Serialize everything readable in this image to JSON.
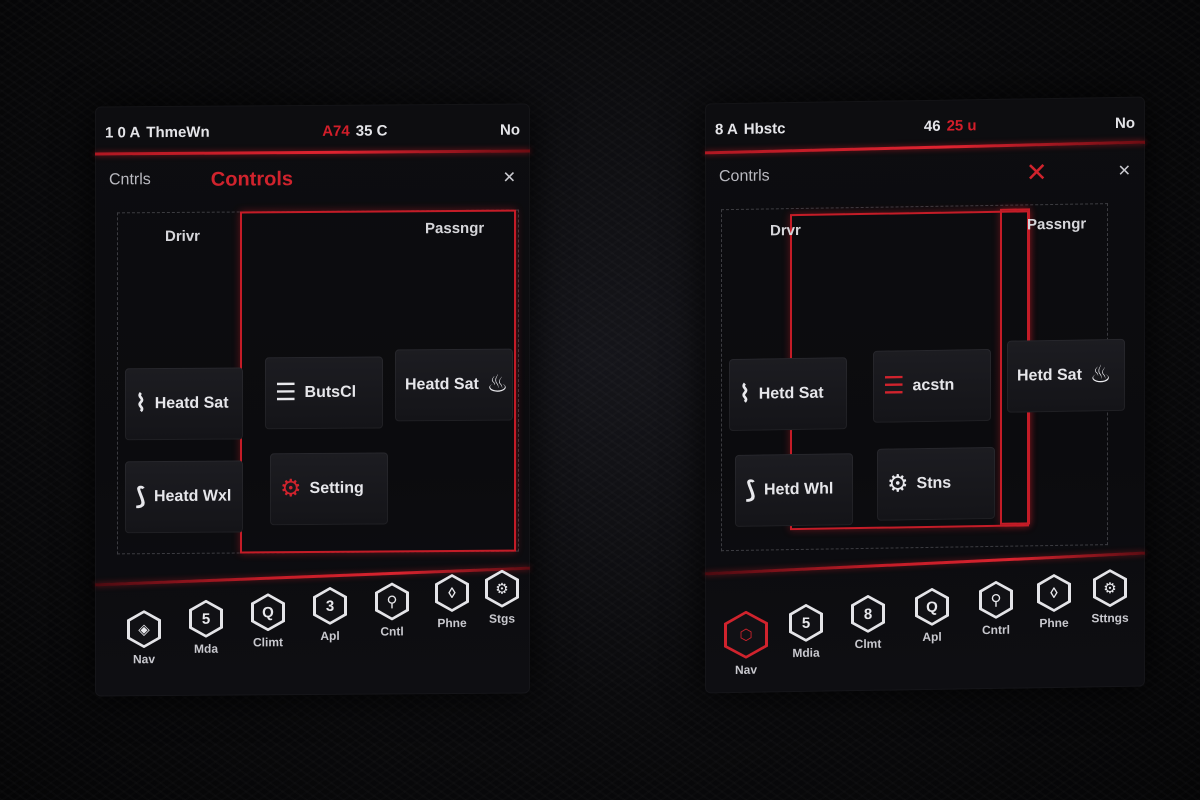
{
  "left_screen": {
    "status": {
      "left": "1 0 A",
      "left_text": "ThmeWn",
      "mid_num": "A74",
      "mid_text": "35 C",
      "right": "No"
    },
    "header": {
      "left": "Cntrls",
      "title": "Controls",
      "close": "✕"
    },
    "columns": [
      {
        "label": "Drivr"
      },
      {
        "label": "Passngr"
      }
    ],
    "tiles": [
      {
        "icon": "⌇",
        "label": "Heatd Sat",
        "name": "heated-seat-driver-tile"
      },
      {
        "icon": "☰",
        "label": "ButsCl",
        "name": "seat-cool-tile"
      },
      {
        "icon": "♨",
        "label": "Heatd Sat",
        "name": "heated-seat-passenger-tile"
      },
      {
        "icon": "⟆",
        "label": "Heatd Wxl",
        "name": "heated-wheel-tile"
      },
      {
        "icon": "⚙",
        "label": "Setting",
        "name": "settings-tile"
      }
    ],
    "dock": [
      {
        "glyph": "◈",
        "label": "Nav"
      },
      {
        "glyph": "5",
        "label": "Mda"
      },
      {
        "glyph": "Q",
        "label": "Climt"
      },
      {
        "glyph": "3",
        "label": "Apl"
      },
      {
        "glyph": "⚲",
        "label": "Cntl"
      },
      {
        "glyph": "◊",
        "label": "Phne"
      },
      {
        "glyph": "⚙",
        "label": "Stgs"
      }
    ]
  },
  "right_screen": {
    "status": {
      "left": "8 A",
      "left_text": "Hbstc",
      "mid_num": "46",
      "mid_text": "25 u",
      "right": "No"
    },
    "header": {
      "left": "Contrls",
      "close_big": "✕",
      "close_small": "✕"
    },
    "columns": [
      {
        "label": "Drvr"
      },
      {
        "label": "Passngr"
      }
    ],
    "tiles": [
      {
        "icon": "⌇",
        "label": "Hetd Sat",
        "name": "heated-seat-driver-tile"
      },
      {
        "icon": "☰",
        "label": "acstn",
        "name": "seat-adjust-tile"
      },
      {
        "icon": "♨",
        "label": "Hetd Sat",
        "name": "heated-seat-passenger-tile"
      },
      {
        "icon": "⟆",
        "label": "Hetd Whl",
        "name": "heated-wheel-tile"
      },
      {
        "icon": "⚙",
        "label": "Stns",
        "name": "settings-tile"
      }
    ],
    "dock": [
      {
        "glyph": "⬡",
        "label": "Nav"
      },
      {
        "glyph": "5",
        "label": "Mdia"
      },
      {
        "glyph": "8",
        "label": "Clmt"
      },
      {
        "glyph": "Q",
        "label": "Apl"
      },
      {
        "glyph": "⚲",
        "label": "Cntrl"
      },
      {
        "glyph": "◊",
        "label": "Phne"
      },
      {
        "glyph": "⚙",
        "label": "Sttngs"
      }
    ]
  },
  "colors": {
    "accent": "#d0232d",
    "background": "#0b0b0e",
    "text": "#e6e6ea"
  }
}
